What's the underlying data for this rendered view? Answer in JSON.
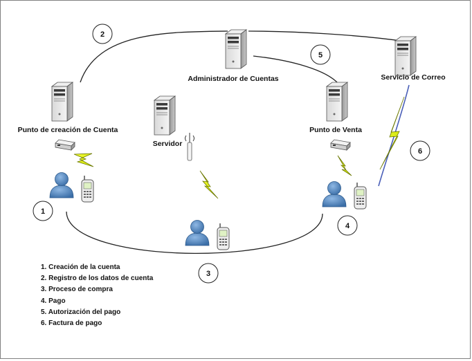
{
  "nodes": {
    "admin": "Administrador de Cuentas",
    "mail": "Servicio de Correo",
    "account_point": "Punto de creación de Cuenta",
    "server": "Servidor",
    "sale_point": "Punto de Venta"
  },
  "steps": [
    "1",
    "2",
    "3",
    "4",
    "5",
    "6"
  ],
  "legend": [
    "1. Creación de la cuenta",
    "2. Registro de los datos de cuenta",
    "3. Proceso de compra",
    "4. Pago",
    "5. Autorización del pago",
    "6. Factura de pago"
  ]
}
